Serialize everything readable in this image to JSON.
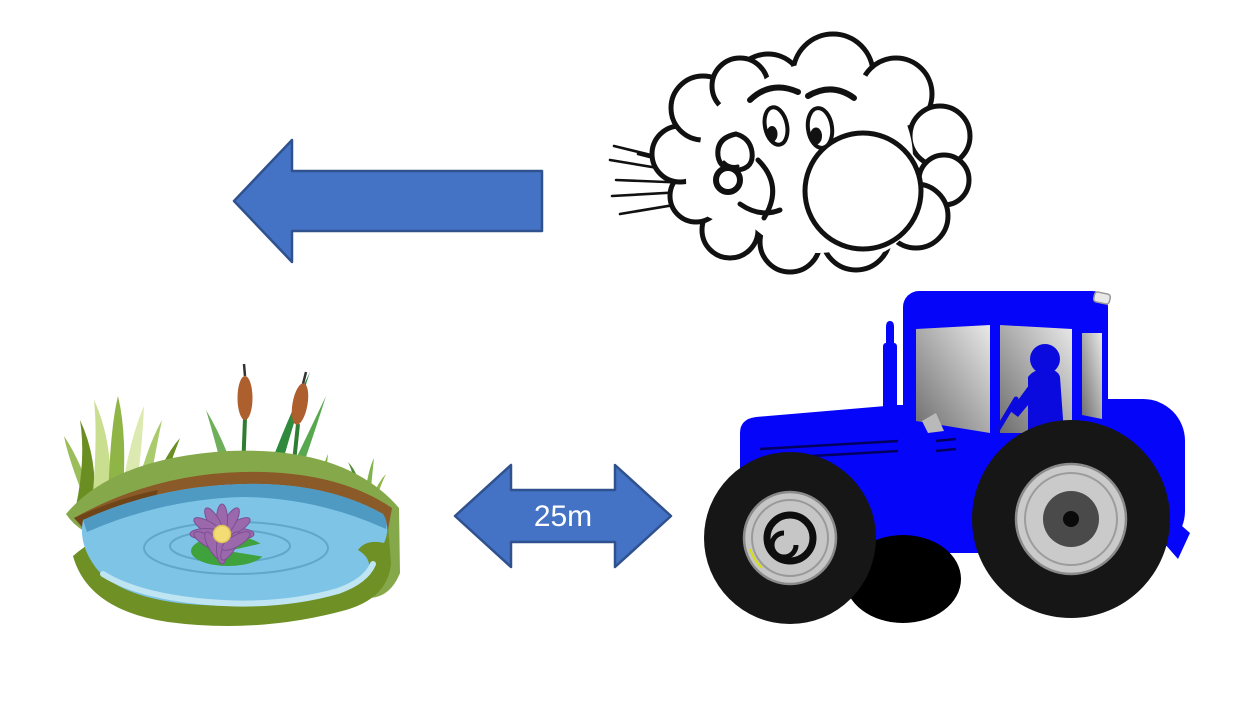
{
  "canvas": {
    "background": "#FFFFFF"
  },
  "diagram": {
    "wind_cloud": {
      "icon": "wind-blowing-cloud-icon"
    },
    "wind_direction_arrow": {
      "icon": "left-arrow-icon",
      "direction": "left",
      "fill": "#4472C4",
      "stroke": "#2F528F"
    },
    "pond": {
      "icon": "pond-with-reeds-and-water-lily-icon"
    },
    "tractor": {
      "icon": "blue-tractor-icon",
      "body_color": "#0505FA"
    },
    "distance_arrow": {
      "icon": "double-headed-arrow-icon",
      "direction": "horizontal-both",
      "label": "25m",
      "fill": "#4472C4",
      "stroke": "#2F528F",
      "label_color": "#FFFFFF"
    }
  }
}
